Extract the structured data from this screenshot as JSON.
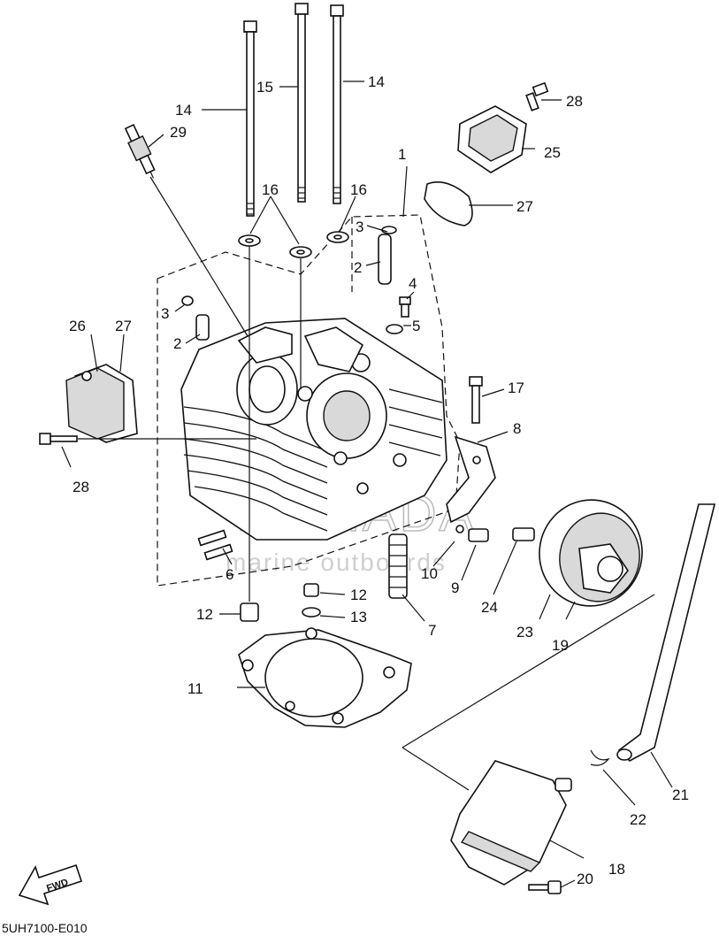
{
  "diagram": {
    "callouts": [
      "1",
      "2",
      "2",
      "3",
      "3",
      "4",
      "5",
      "6",
      "7",
      "8",
      "9",
      "10",
      "11",
      "12",
      "12",
      "13",
      "14",
      "14",
      "15",
      "16",
      "16",
      "17",
      "18",
      "19",
      "20",
      "21",
      "22",
      "23",
      "24",
      "25",
      "26",
      "27",
      "27",
      "28",
      "28",
      "29"
    ],
    "watermark": {
      "brand": "ARMADA",
      "tagline": "marine outboards"
    },
    "catalog_code": "5UH7100-E010",
    "direction_arrow": "FWD",
    "colors": {
      "line": "#111111",
      "logo_accent": "#e48ccf",
      "watermark": "#bdbdbd"
    }
  }
}
